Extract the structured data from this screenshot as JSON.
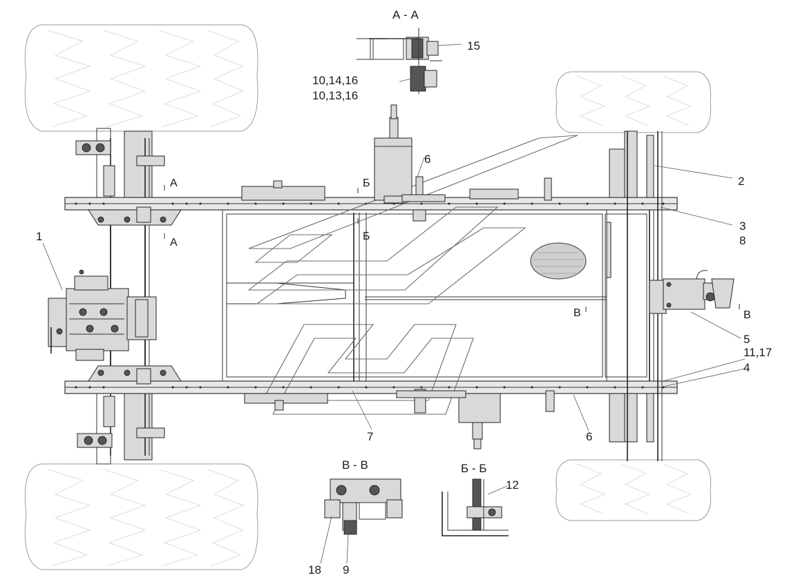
{
  "section_labels": {
    "aa_title": "А - А",
    "vv_title": "В - В",
    "bb_title": "Б - Б",
    "cut_a_top": "А",
    "cut_a_bottom": "А",
    "cut_b_top": "Б",
    "cut_b_bottom": "Б",
    "cut_v_left": "В",
    "cut_v_right": "В"
  },
  "callouts": {
    "c1": "1",
    "c2": "2",
    "c3": "3",
    "c4": "4",
    "c5": "5",
    "c6_top": "6",
    "c6_bottom": "6",
    "c7": "7",
    "c8": "8",
    "c9": "9",
    "c11_17": "11,17",
    "c12": "12",
    "c15": "15",
    "c18": "18",
    "c10_14_16": "10,14,16",
    "c10_13_16": "10,13,16"
  }
}
